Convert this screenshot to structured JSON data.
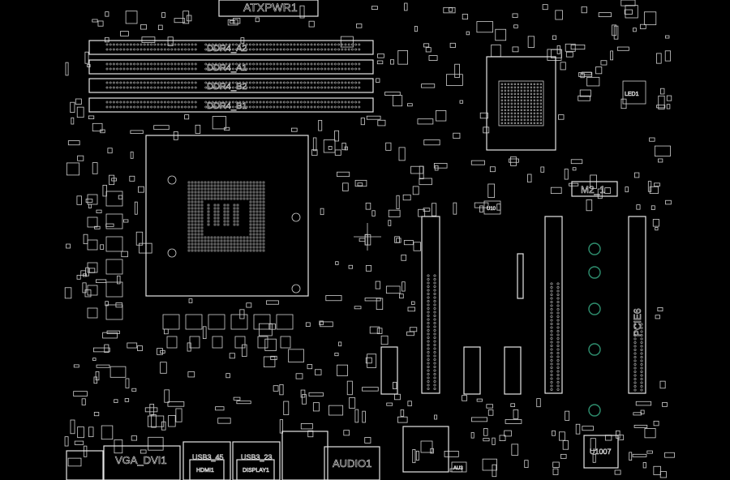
{
  "board": {
    "background_color": "#000000",
    "outline_color": "#e6e6e6",
    "mounting_hole_color": "#2f8f6f"
  },
  "labels": {
    "atx_power": "ATXPWR1",
    "dimm_1": "DDR4_A2",
    "dimm_2": "DDR4_A1",
    "dimm_3": "DDR4_B2",
    "dimm_4": "DDR4_B1",
    "m2": "M2_1",
    "pcie6": "PCIE6",
    "led": "LED1",
    "vga_dvi": "VGA_DVI1",
    "usb3_45": "USB3_45",
    "usb3_23": "USB3_23",
    "hdmi": "HDMI1",
    "display": "DISPLAY1",
    "audio": "AUDIO1",
    "u1007": "U1007",
    "u10": "U10",
    "aud": "AU3"
  }
}
